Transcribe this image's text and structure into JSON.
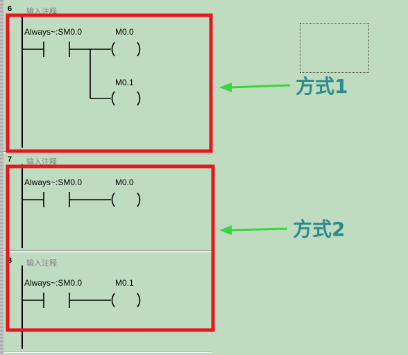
{
  "networks": [
    {
      "number": "6",
      "comment": "输入注释",
      "contact_label": "Always~:SM0.0",
      "coil_labels": [
        "M0.0",
        "M0.1"
      ]
    },
    {
      "number": "7",
      "comment": "输入注释",
      "contact_label": "Always~:SM0.0",
      "coil_labels": [
        "M0.0"
      ]
    },
    {
      "number": "8",
      "comment": "输入注释",
      "contact_label": "Always~:SM0.0",
      "coil_labels": [
        "M0.1"
      ]
    }
  ],
  "annotations": {
    "method1": "方式1",
    "method2": "方式2"
  },
  "colors": {
    "background": "#c0dcc0",
    "highlight_box": "#e8141e",
    "arrow": "#39d639",
    "annotation_text": "#2e8b8b"
  }
}
